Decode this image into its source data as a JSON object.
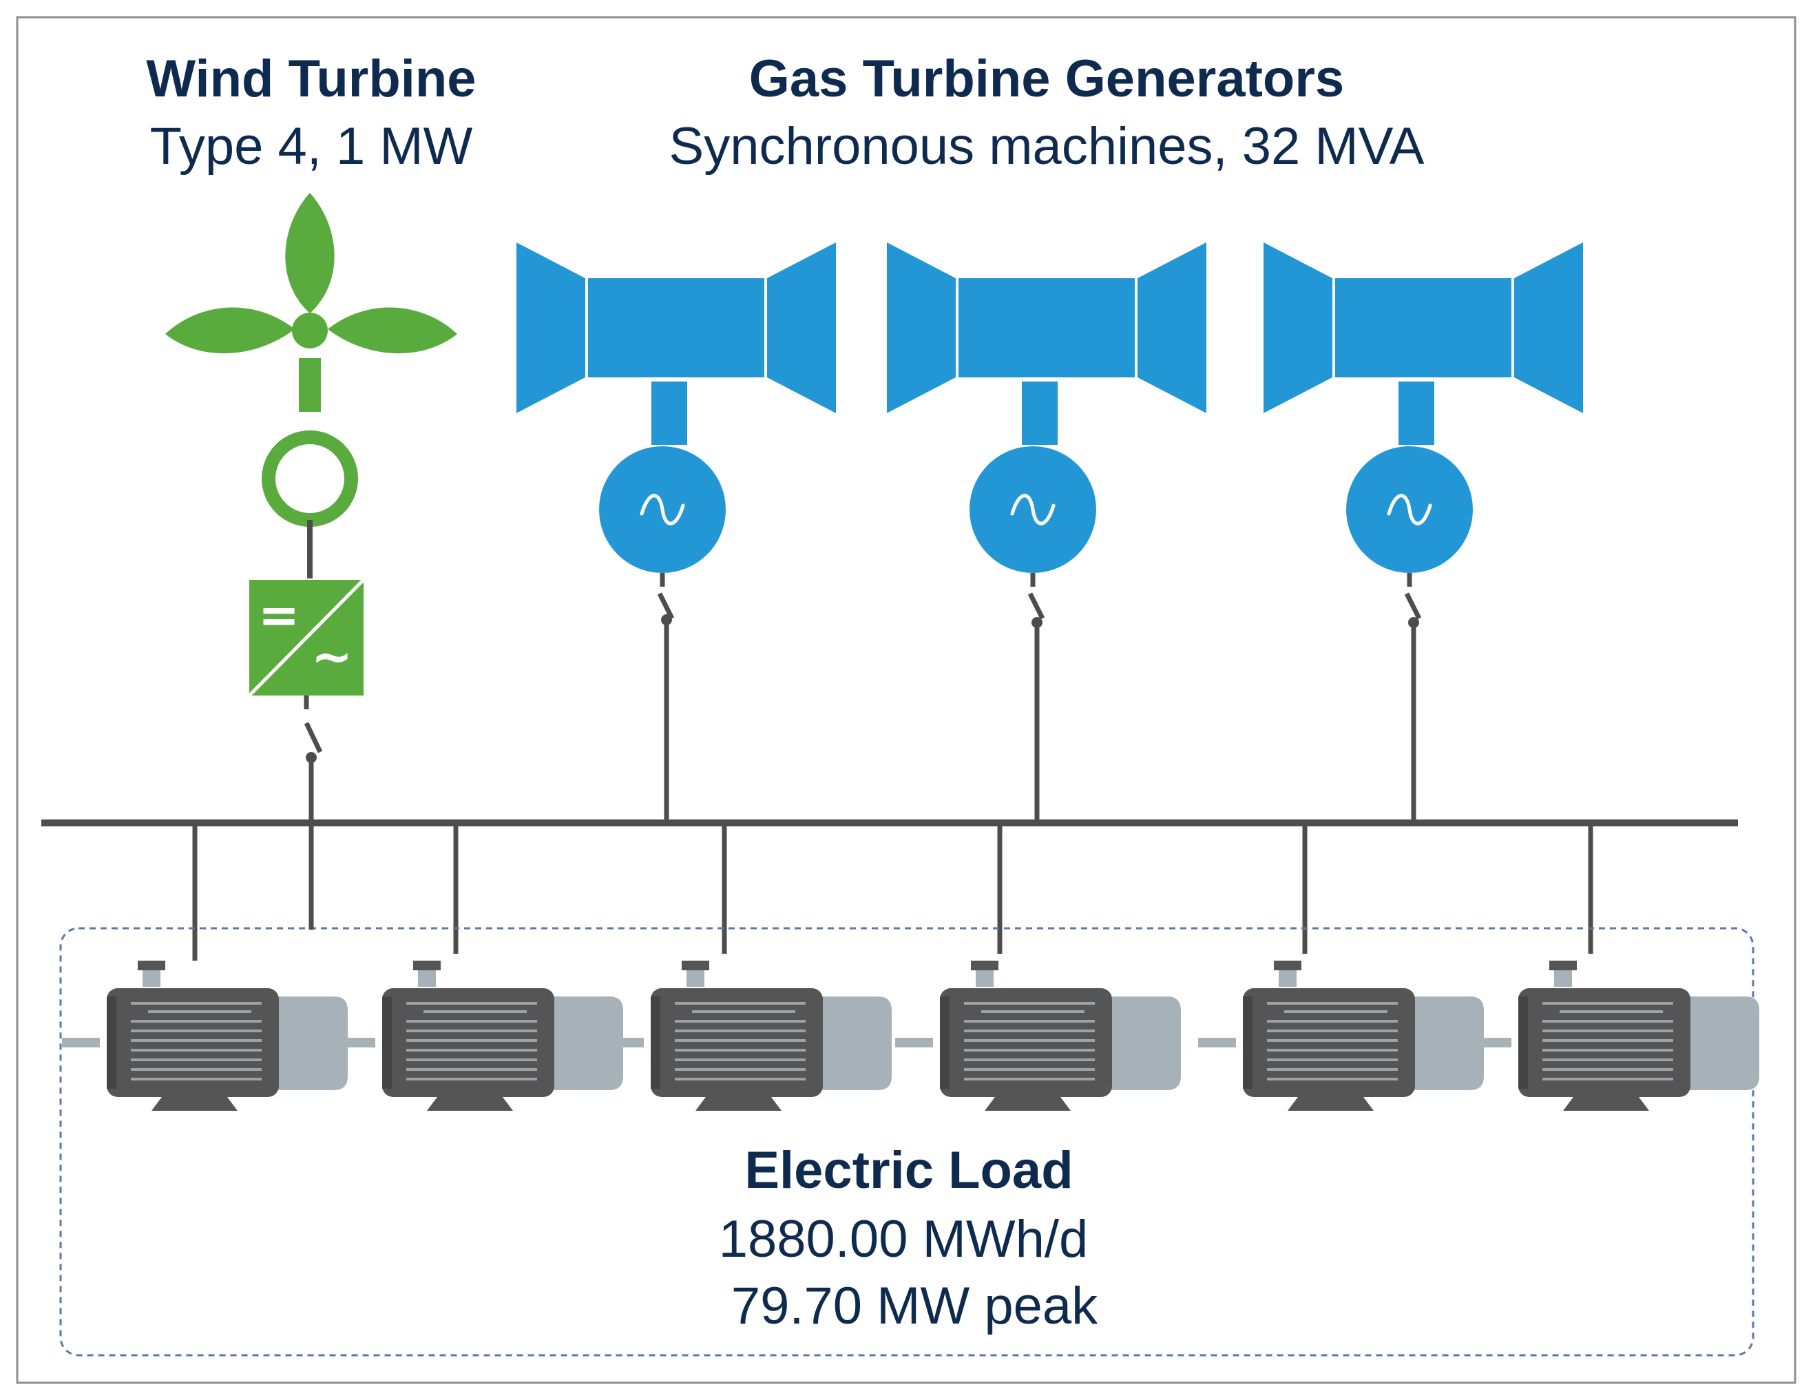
{
  "wind_turbine": {
    "title": "Wind Turbine",
    "subtitle": "Type 4, 1 MW",
    "converter_dc_symbol": "=",
    "converter_ac_symbol": "~"
  },
  "gas_turbines": {
    "title": "Gas Turbine Generators",
    "subtitle": "Synchronous machines, 32 MVA",
    "count": 3,
    "generator_symbol": "~"
  },
  "electric_load": {
    "title": "Electric Load",
    "energy": "1880.00 MWh/d",
    "peak": "79.70 MW peak",
    "motor_count": 6
  },
  "colors": {
    "wind_green": "#5aab3e",
    "gas_blue": "#2397d6",
    "text_navy": "#0e2a4f",
    "line_gray": "#4d4d4d",
    "motor_dark": "#555555",
    "motor_light": "#a6b1b8",
    "border_gray": "#8f8f8f",
    "dash_blue": "#5b78a8"
  },
  "icons": [
    "wind-turbine-icon",
    "converter-icon",
    "gas-turbine-icon",
    "generator-icon",
    "switch-icon",
    "motor-icon"
  ]
}
